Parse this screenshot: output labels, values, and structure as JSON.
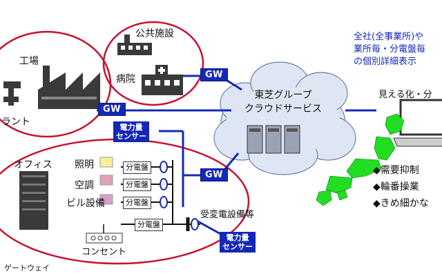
{
  "labels": {
    "factory": "工場",
    "plant": "ラント",
    "public_facility": "公共施設",
    "hospital": "病院",
    "office": "オフィス",
    "lighting": "照明",
    "aircon": "空調",
    "building": "ビル設備",
    "outlet": "コンセント",
    "gateway_note": "ゲートウェイ",
    "substation": "受変電設備等",
    "cloud_line1": "東芝グループ",
    "cloud_line2": "クラウドサービス",
    "visualize": "見える化・分"
  },
  "gw_label": "GW",
  "sensor_label": [
    "電力量",
    "センサー"
  ],
  "panel_label": "分電盤",
  "right_info": [
    "全社(全事業所)や",
    "業所毎・分電盤毎",
    "の個別詳細表示"
  ],
  "bullets": [
    "◆需要抑制",
    "◆輪番操業",
    "◆きめ細かな"
  ],
  "colors": {
    "ellipse": "#c8102e",
    "blue": "#1428b8",
    "japan": "#22dd22",
    "cloud": "#dfe6f3"
  }
}
